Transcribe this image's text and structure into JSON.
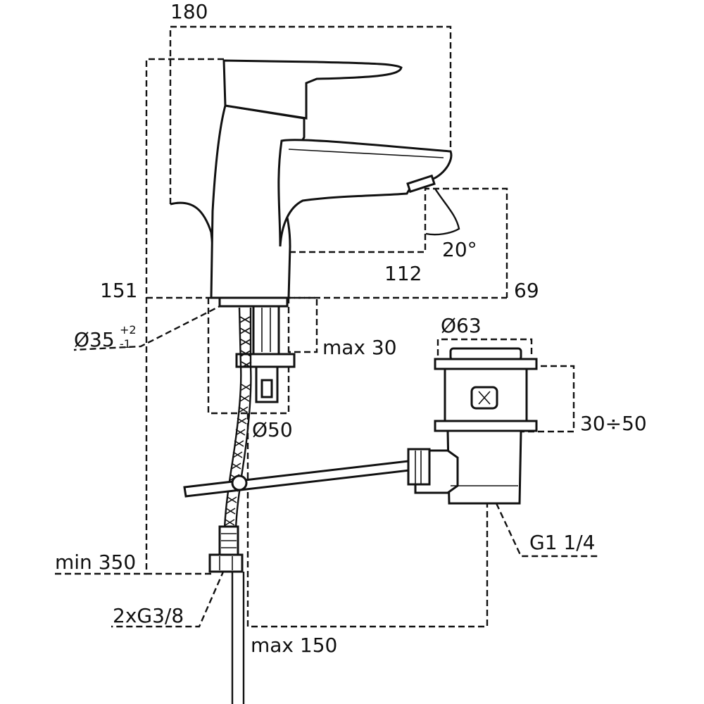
{
  "dimensions": {
    "width_top": "180",
    "height_total": "151",
    "spout_reach": "112",
    "spout_height": "69",
    "angle": "20°",
    "hole_diameter_main": "Ø35",
    "hole_tolerance_plus": "+2",
    "hole_tolerance_minus": "-1",
    "max_thickness": "max 30",
    "hole_diameter_base": "Ø50",
    "waste_diameter": "Ø63",
    "waste_range": "30÷50",
    "waste_thread": "G1 1/4",
    "min_hose": "min 350",
    "hose_thread": "2xG3/8",
    "max_rod": "max 150"
  }
}
